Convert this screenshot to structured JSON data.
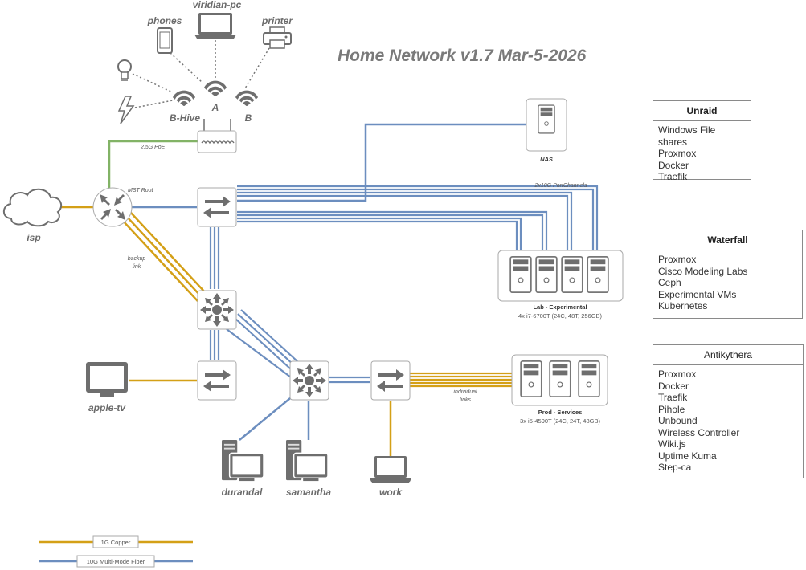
{
  "title": "Home Network v1.7 Mar-5-2026",
  "colors": {
    "copper": "#d4a017",
    "fiber": "#6c8ebf",
    "poe": "#82b366"
  },
  "devices": {
    "phones": "phones",
    "viridian_pc": "viridian-pc",
    "printer": "printer",
    "ap_a": "A",
    "ap_b": "B",
    "ap_bhive": "B-Hive",
    "isp": "isp",
    "apple_tv": "apple-tv",
    "durandal": "durandal",
    "samantha": "samantha",
    "work": "work",
    "nas": "NAS"
  },
  "links": {
    "poe": "2.5G PoE",
    "mst_root": "MST Root",
    "backup_1": "backup",
    "backup_2": "link",
    "portchannels": "2x10G PortChannels",
    "individual_1": "individual",
    "individual_2": "links"
  },
  "clusters": {
    "lab": {
      "name": "Lab - Experimental",
      "spec": "4x i7-6700T (24C, 48T, 256GB)"
    },
    "prod": {
      "name": "Prod - Services",
      "spec": "3x i5-4590T (24C, 24T, 48GB)"
    }
  },
  "legend": {
    "copper": "1G Copper",
    "fiber": "10G Multi-Mode Fiber"
  },
  "hosts": [
    {
      "name": "Unraid",
      "bold": true,
      "items": [
        "Windows File shares",
        "Proxmox",
        "Docker",
        "Traefik"
      ]
    },
    {
      "name": "Waterfall",
      "bold": true,
      "items": [
        "Proxmox",
        "Cisco Modeling Labs",
        "Ceph",
        "Experimental VMs",
        "Kubernetes"
      ]
    },
    {
      "name": "Antikythera",
      "bold": false,
      "items": [
        "Proxmox",
        "Docker",
        "Traefik",
        "Pihole",
        "Unbound",
        "Wireless Controller",
        "Wiki.js",
        "Uptime Kuma",
        "Step-ca"
      ]
    }
  ]
}
